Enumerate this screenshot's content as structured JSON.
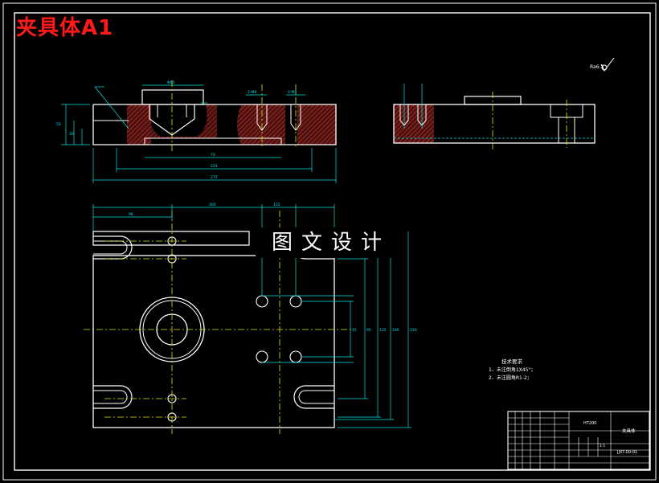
{
  "drawing": {
    "title": "夹具体A1",
    "watermark": "图文设计",
    "roughness_symbol": "Ra6.3",
    "tech_requirements": {
      "heading": "技术要求",
      "items": [
        "1、未注倒角1X45°；",
        "2、未注圆角R1-2；"
      ]
    },
    "title_block": {
      "part_name": "夹具体",
      "drawing_no": "JJXT-00-01",
      "material": "HT200",
      "scale": "1:1"
    }
  },
  "colors": {
    "background": "#000000",
    "outline": "#ffffff",
    "dimension": "#00e5e5",
    "center_line": "#e5e500",
    "section_hatch": "#c0392b",
    "title_text": "#ff1a1a"
  }
}
